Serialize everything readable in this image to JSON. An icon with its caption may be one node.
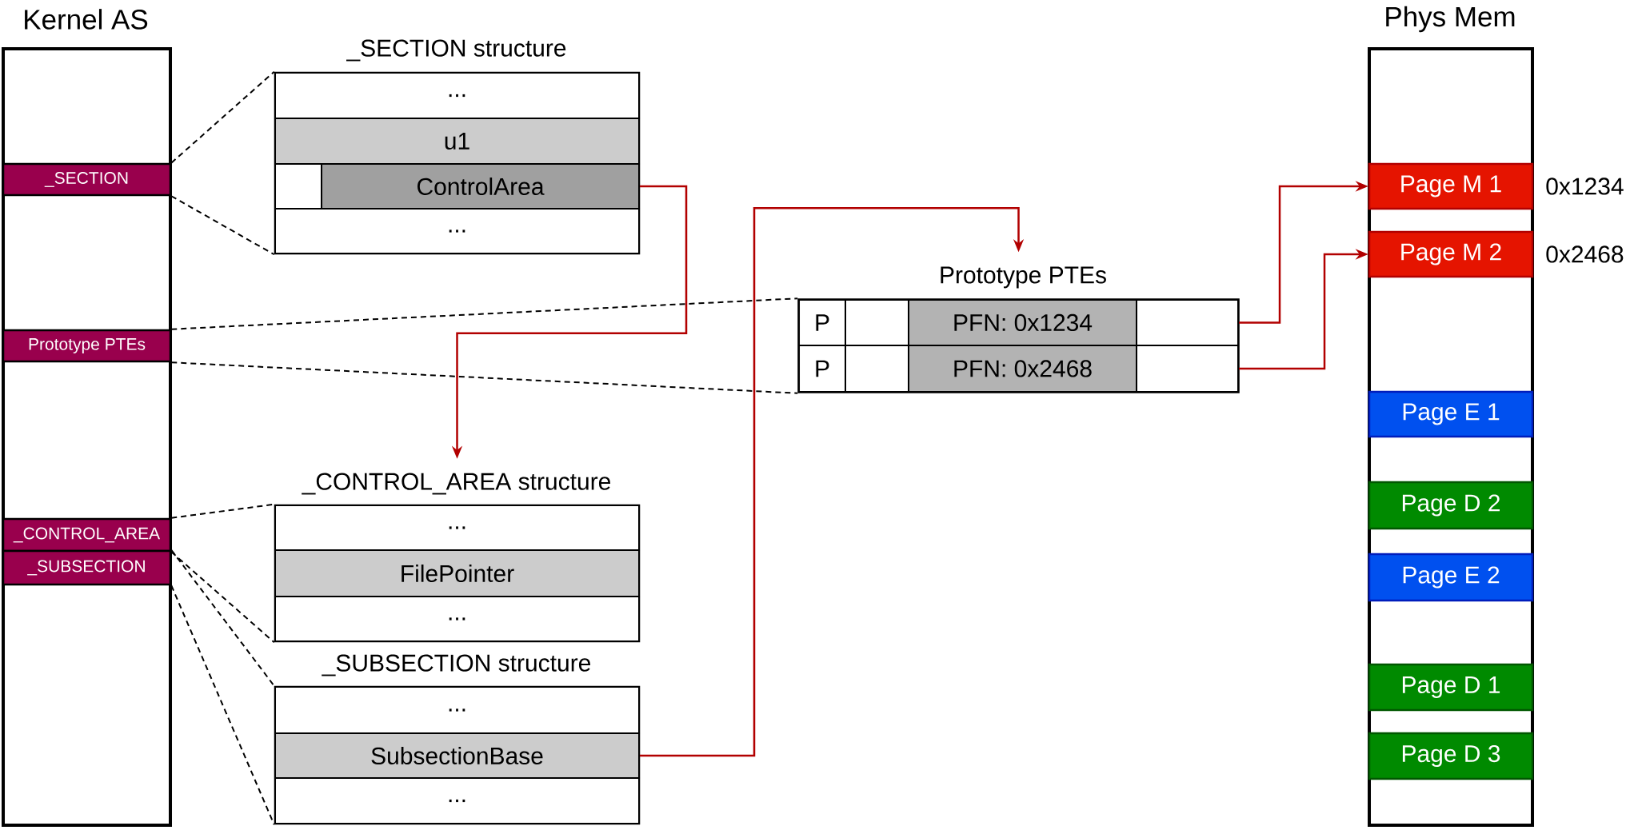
{
  "diagram": {
    "nodes": [
      {
        "text": [
          "Kernel AS"
        ]
      },
      {
        "text": [
          "_SECTION"
        ],
        "in": 0
      },
      {
        "text": [
          "Prototype PTEs"
        ],
        "in": 0
      },
      {
        "text": [
          "_CONTROL_AREA"
        ],
        "in": 0
      },
      {
        "text": [
          "_SUBSECTION"
        ],
        "in": 0
      },
      {
        "text": [
          "_SECTION structure"
        ]
      },
      {
        "text": [
          "..."
        ],
        "in": 5
      },
      {
        "text": [
          "u1"
        ],
        "in": 5
      },
      {
        "text": [],
        "shape": "box",
        "in": 5
      },
      {
        "text": [
          "ControlArea"
        ],
        "in": 5
      },
      {
        "text": [
          "..."
        ],
        "in": 5
      },
      {
        "text": [
          "_CONTROL_AREA structure"
        ]
      },
      {
        "text": [
          "..."
        ],
        "in": 11
      },
      {
        "text": [
          "FilePointer"
        ],
        "in": 11
      },
      {
        "text": [
          "..."
        ],
        "in": 11
      },
      {
        "text": [
          "_SUBSECTION structure"
        ]
      },
      {
        "text": [
          "..."
        ],
        "in": 15
      },
      {
        "text": [
          "SubsectionBase"
        ],
        "in": 15
      },
      {
        "text": [
          "..."
        ],
        "in": 15
      },
      {
        "text": [
          "Prototype PTEs"
        ]
      },
      {
        "text": [
          "P"
        ],
        "in": 19
      },
      {
        "text": [],
        "shape": "box",
        "in": 19
      },
      {
        "text": [
          "PFN: 0x1234"
        ],
        "in": 19
      },
      {
        "text": [],
        "shape": "box",
        "in": 19
      },
      {
        "text": [
          "P"
        ],
        "in": 19
      },
      {
        "text": [],
        "shape": "box",
        "in": 19
      },
      {
        "text": [
          "PFN: 0x2468"
        ],
        "in": 19
      },
      {
        "text": [],
        "shape": "box",
        "in": 19
      },
      {
        "text": [
          "Phys Mem"
        ]
      },
      {
        "text": [
          "Page M 1"
        ],
        "in": 28,
        "beside": [
          "0x1234"
        ]
      },
      {
        "text": [
          "Page M 2"
        ],
        "in": 28,
        "beside": [
          "0x2468"
        ]
      },
      {
        "text": [
          "Page E 1"
        ],
        "in": 28
      },
      {
        "text": [
          "Page D 2"
        ],
        "in": 28
      },
      {
        "text": [
          "Page E 2"
        ],
        "in": 28
      },
      {
        "text": [
          "Page D 1"
        ],
        "in": 28
      },
      {
        "text": [
          "Page D 3"
        ],
        "in": 28
      }
    ],
    "edges": [
      {
        "from": 9,
        "to": 11,
        "arrow": "to",
        "color": "#b20000"
      },
      {
        "from": 17,
        "to": 19,
        "arrow": "to",
        "color": "#b20000"
      },
      {
        "from": 23,
        "to": 29,
        "arrow": "to",
        "color": "#b20000"
      },
      {
        "from": 27,
        "to": 30,
        "arrow": "to",
        "color": "#b20000"
      },
      {
        "from": 1,
        "to": 5,
        "arrow": "none",
        "style": "dashed"
      },
      {
        "from": 1,
        "to": 5,
        "arrow": "none",
        "style": "dashed"
      },
      {
        "from": 2,
        "to": 19,
        "arrow": "none",
        "style": "dashed"
      },
      {
        "from": 2,
        "to": 19,
        "arrow": "none",
        "style": "dashed"
      },
      {
        "from": 3,
        "to": 11,
        "arrow": "none",
        "style": "dashed"
      },
      {
        "from": 3,
        "to": 11,
        "arrow": "none",
        "style": "dashed"
      },
      {
        "from": 4,
        "to": 15,
        "arrow": "none",
        "style": "dashed"
      },
      {
        "from": 4,
        "to": 15,
        "arrow": "none",
        "style": "dashed"
      }
    ]
  }
}
